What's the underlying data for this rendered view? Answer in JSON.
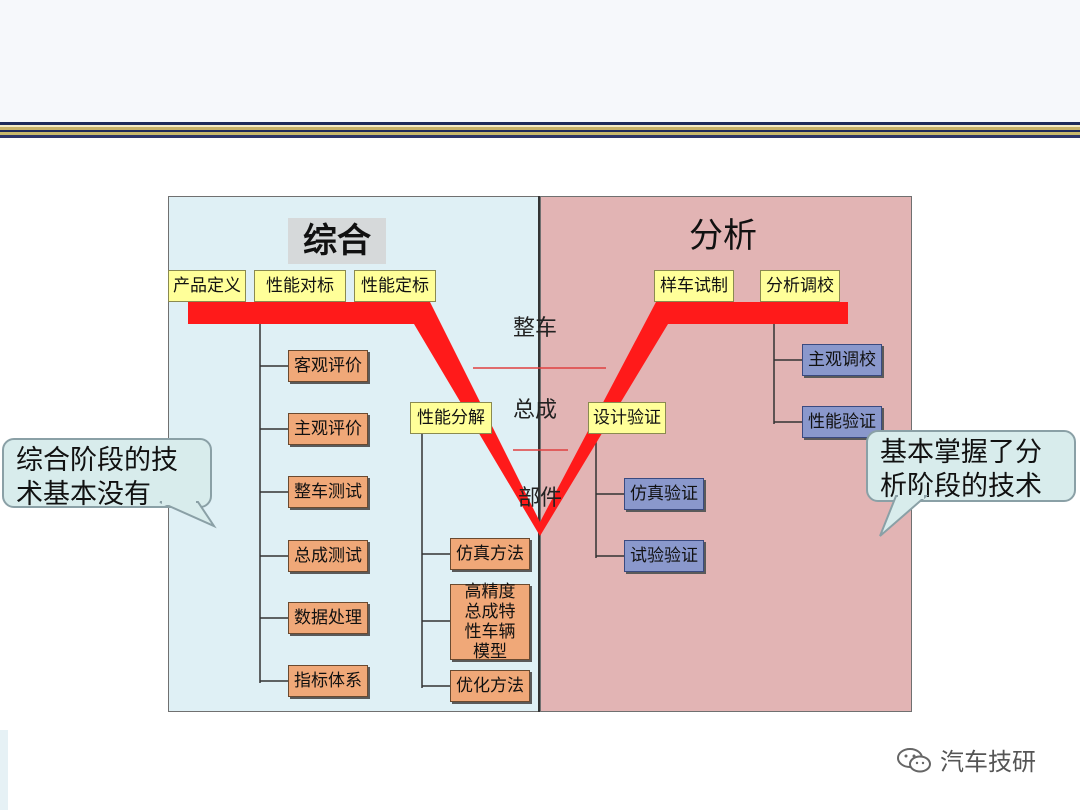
{
  "header": {
    "left": "综合",
    "right": "分析"
  },
  "stages": {
    "vehicle": "整车",
    "assembly": "总成",
    "part": "部件"
  },
  "top_left_boxes": [
    "产品定义",
    "性能对标",
    "性能定标"
  ],
  "top_right_boxes": [
    "样车试制",
    "分析调校"
  ],
  "left_column": [
    "客观评价",
    "主观评价",
    "整车测试",
    "总成测试",
    "数据处理",
    "指标体系"
  ],
  "decompose": {
    "title": "性能分解",
    "items": [
      "仿真方法",
      "高精度总成特性车辆模型",
      "优化方法"
    ]
  },
  "verify": {
    "title": "设计验证",
    "items": [
      "仿真验证",
      "试验验证"
    ]
  },
  "right_column": [
    "主观调校",
    "性能验证"
  ],
  "callouts": {
    "left": [
      "综合阶段的技",
      "术基本没有"
    ],
    "right": [
      "基本掌握了分",
      "析阶段的技术"
    ]
  },
  "watermark": {
    "icon": "wechat-icon",
    "text": "汽车技研"
  },
  "colors": {
    "v_path": "#ff1a1a",
    "left_panel": "#dff0f5",
    "right_panel": "#e2b4b4",
    "yellow_box": "#ffff99",
    "orange_box": "#f0a878",
    "blue_box": "#8a98cc"
  }
}
